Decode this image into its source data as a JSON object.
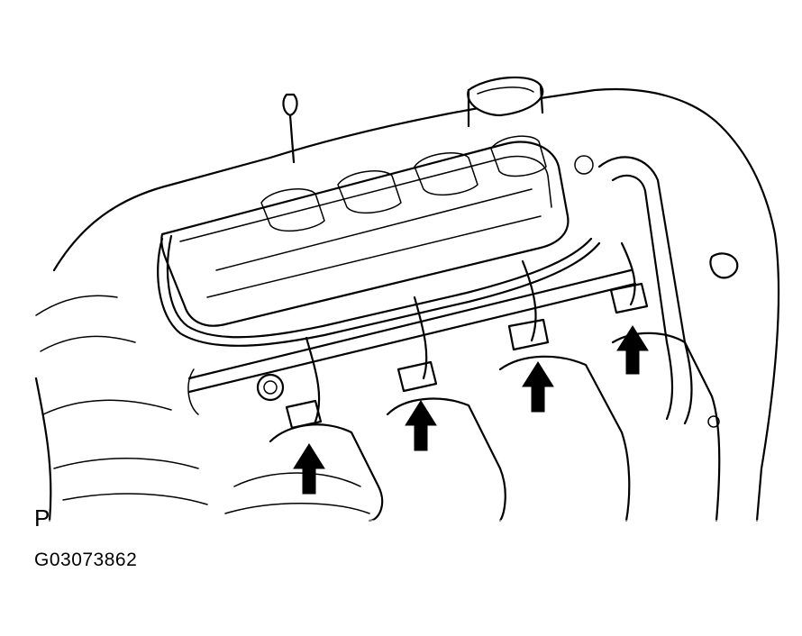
{
  "figure": {
    "view_letter": "P",
    "code": "G03073862"
  },
  "callouts": [
    {
      "name": "arrow-connector-1",
      "points": "up"
    },
    {
      "name": "arrow-connector-2",
      "points": "up"
    },
    {
      "name": "arrow-connector-3",
      "points": "up"
    },
    {
      "name": "arrow-connector-4",
      "points": "up"
    }
  ]
}
